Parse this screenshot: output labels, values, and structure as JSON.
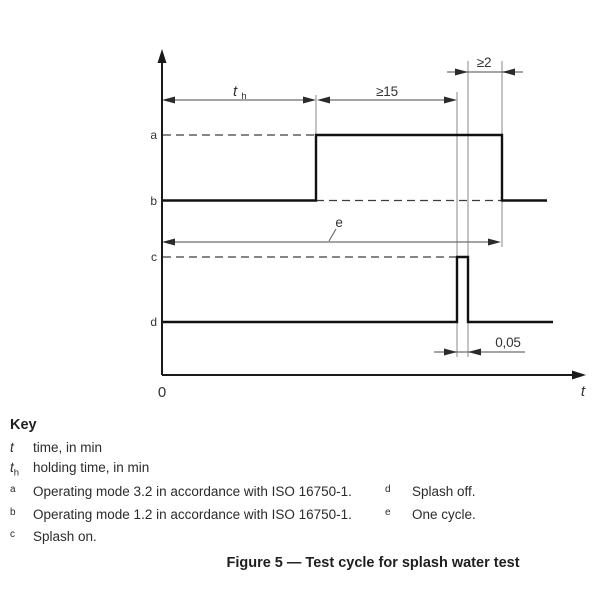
{
  "figure": {
    "caption": "Figure 5 — Test cycle for splash water test"
  },
  "colors": {
    "ink": "#1a1a1a",
    "dimension_lines": "#6e6e6e",
    "background": "#ffffff"
  },
  "diagram": {
    "axis": {
      "origin": "0",
      "time": "t"
    },
    "levels": [
      "a",
      "b",
      "c",
      "d"
    ],
    "dims": {
      "holding_var": "t",
      "holding_sub": "h",
      "min15": "≥15",
      "min2": "≥2",
      "cycle": "e",
      "splash_duration": "0,05"
    }
  },
  "key": {
    "title": "Key",
    "rows_left": [
      {
        "sym": "t",
        "desc": "time, in min"
      },
      {
        "sym": "t",
        "sub": "h",
        "desc": "holding time, in min"
      },
      {
        "sym": "a",
        "desc": "Operating mode 3.2 in accordance with ISO 16750-1."
      },
      {
        "sym": "b",
        "desc": "Operating mode 1.2 in accordance with ISO 16750-1."
      },
      {
        "sym": "c",
        "desc": "Splash on."
      }
    ],
    "rows_right": [
      {
        "sym": "d",
        "desc": "Splash off."
      },
      {
        "sym": "e",
        "desc": "One cycle."
      }
    ]
  }
}
